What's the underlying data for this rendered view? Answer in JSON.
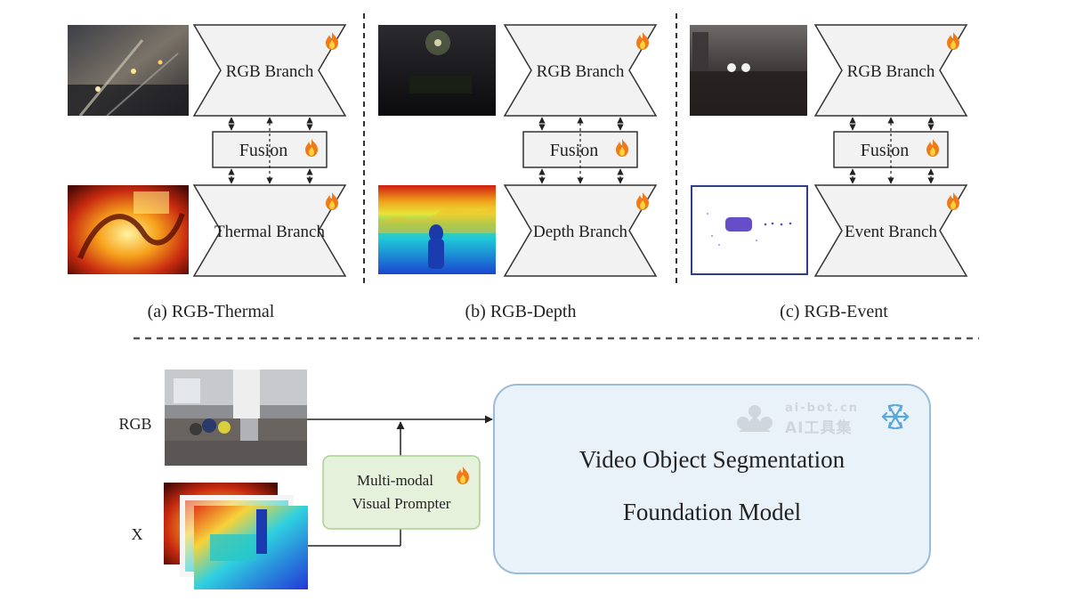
{
  "panels": [
    {
      "caption": "(a) RGB-Thermal",
      "rgb_branch": "RGB Branch",
      "fusion": "Fusion",
      "aux_branch": "Thermal Branch"
    },
    {
      "caption": "(b) RGB-Depth",
      "rgb_branch": "RGB Branch",
      "fusion": "Fusion",
      "aux_branch": "Depth Branch"
    },
    {
      "caption": "(c) RGB-Event",
      "rgb_branch": "RGB Branch",
      "fusion": "Fusion",
      "aux_branch": "Event Branch"
    }
  ],
  "bottom": {
    "rgb_label": "RGB",
    "x_label": "X",
    "prompter_line1": "Multi-modal",
    "prompter_line2": "Visual Prompter",
    "model_line1": "Video Object Segmentation",
    "model_line2": "Foundation Model"
  },
  "watermark": {
    "line1": "ai-bot.cn",
    "line2": "AI工具集"
  },
  "icons": {
    "trainable": "flame-icon",
    "frozen": "snowflake-icon"
  },
  "colors": {
    "branch_fill": "#f2f2f2",
    "prompter_fill": "#e6f1dc",
    "prompter_border": "#a9cf8e",
    "model_fill": "#eaf2f9",
    "model_border": "#9cbbd6",
    "flame": "#f07a1a"
  }
}
